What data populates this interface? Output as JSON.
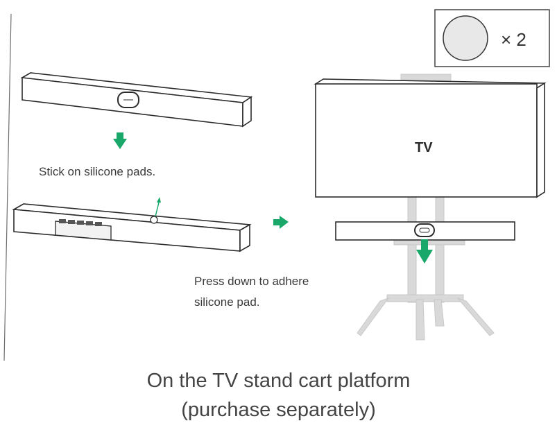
{
  "pad_box": {
    "quantity": "× 2"
  },
  "step1": {
    "instruction": "Stick on silicone pads."
  },
  "step2": {
    "instruction_lines": [
      "Press down to adhere",
      "silicone pad."
    ]
  },
  "tv": {
    "label": "TV"
  },
  "caption": {
    "lines": [
      "On the TV stand cart platform",
      "(purchase separately)"
    ]
  },
  "colors": {
    "arrow": "#1aa86a",
    "stand": "#d6d6d6",
    "outline": "#2b2b2b"
  }
}
